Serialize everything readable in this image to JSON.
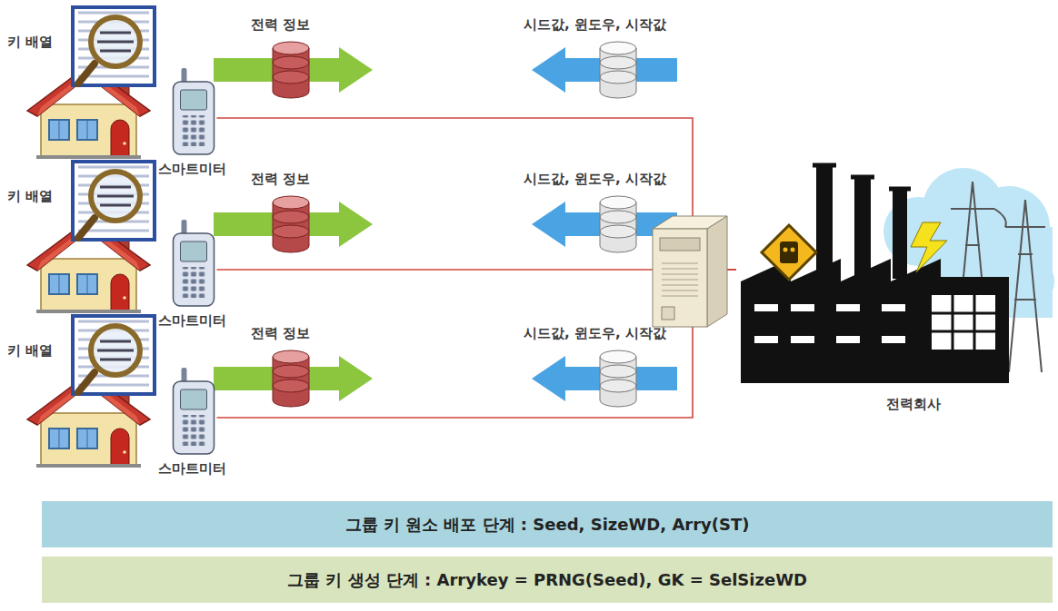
{
  "diagram": {
    "nodes": [
      {
        "text": [
          "스마트미터"
        ]
      },
      {
        "text": [
          "스마트미터"
        ]
      },
      {
        "text": [
          "스마트미터"
        ]
      },
      {
        "text": [
          "전력회사"
        ]
      },
      {
        "text": [
          "그룹 키 원소 배포 단계 : Seed, SizeWD, Arry(ST)"
        ]
      },
      {
        "text": [
          "그룹 키 생성 단계 : Arrykey = PRNG(Seed), GK = SelSizeWD"
        ]
      }
    ],
    "edges": [
      {
        "from": 0,
        "to": 3,
        "arrow": "none"
      },
      {
        "from": 1,
        "to": 3,
        "arrow": "none"
      },
      {
        "from": 2,
        "to": 3,
        "arrow": "none"
      }
    ],
    "labels": [
      "키 배열",
      "전력 정보",
      "시드값, 윈도우, 시작값",
      "키 배열",
      "전력 정보",
      "시드값, 윈도우, 시작값",
      "키 배열",
      "전력 정보",
      "시드값, 윈도우, 시작값"
    ]
  }
}
